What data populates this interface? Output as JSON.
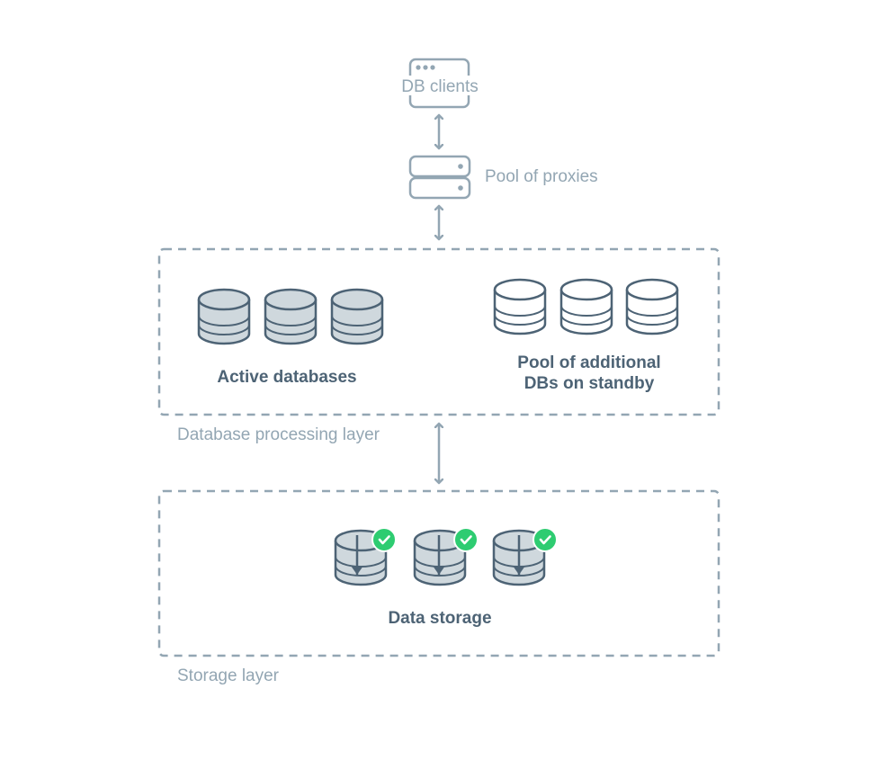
{
  "nodes": {
    "db_clients": "DB clients",
    "proxies": "Pool of proxies",
    "active_databases": "Active databases",
    "standby_line1": "Pool of additional",
    "standby_line2": "DBs on standby",
    "data_storage": "Data storage"
  },
  "layers": {
    "processing": "Database processing layer",
    "storage": "Storage layer"
  },
  "icons": {
    "client": "browser-window-icon",
    "proxy": "server-stack-icon",
    "active_db": "filled-database-icon",
    "standby_db": "outline-database-icon",
    "storage_db": "database-download-icon",
    "status": "check-badge-icon"
  },
  "colors": {
    "light_stroke": "#93a6b3",
    "dark_stroke": "#4d6375",
    "db_fill": "#cfd8dd",
    "check_green": "#2ecc71",
    "dashed_border": "#93a6b3"
  }
}
